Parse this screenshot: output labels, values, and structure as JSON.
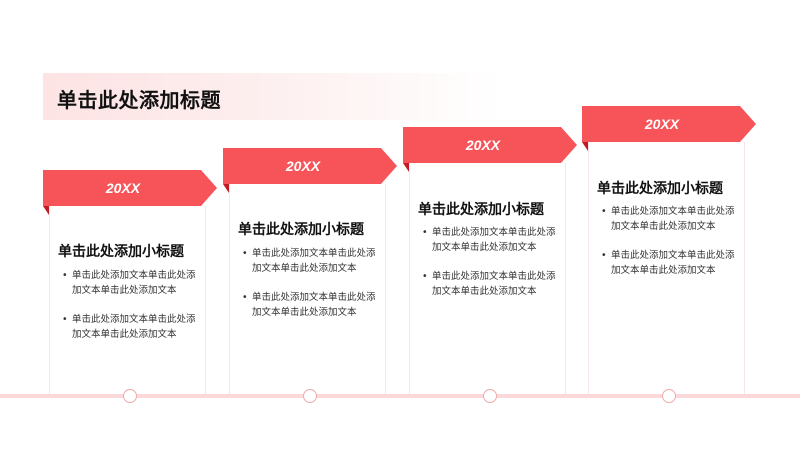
{
  "header": {
    "title": "单击此处添加标题"
  },
  "theme": {
    "accent": "#F65459",
    "accent_dark": "#C21A22",
    "timeline": "#FBD9DA",
    "banner": "#FDE3E4"
  },
  "cards": [
    {
      "year": "20XX",
      "subtitle": "单击此处添加小标题",
      "bullets": [
        "单击此处添加文本单击此处添加文本单击此处添加文本",
        "单击此处添加文本单击此处添加文本单击此处添加文本"
      ]
    },
    {
      "year": "20XX",
      "subtitle": "单击此处添加小标题",
      "bullets": [
        "单击此处添加文本单击此处添加文本单击此处添加文本",
        "单击此处添加文本单击此处添加文本单击此处添加文本"
      ]
    },
    {
      "year": "20XX",
      "subtitle": "单击此处添加小标题",
      "bullets": [
        "单击此处添加文本单击此处添加文本单击此处添加文本",
        "单击此处添加文本单击此处添加文本单击此处添加文本"
      ]
    },
    {
      "year": "20XX",
      "subtitle": "单击此处添加小标题",
      "bullets": [
        "单击此处添加文本单击此处添加文本单击此处添加文本",
        "单击此处添加文本单击此处添加文本单击此处添加文本"
      ]
    }
  ],
  "bullet_glyph": "•"
}
